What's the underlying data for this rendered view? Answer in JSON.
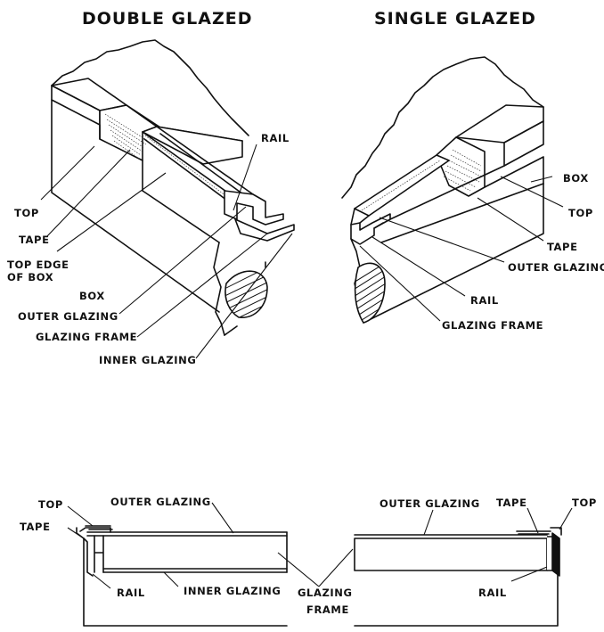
{
  "titles": {
    "double": "DOUBLE GLAZED",
    "single": "SINGLE GLAZED"
  },
  "double_iso": {
    "rail": "RAIL",
    "top": "TOP",
    "tape": "TAPE",
    "top_edge_1": "TOP EDGE",
    "top_edge_2": "OF BOX",
    "box": "BOX",
    "outer_glazing": "OUTER GLAZING",
    "glazing_frame": "GLAZING FRAME",
    "inner_glazing": "INNER GLAZING"
  },
  "single_iso": {
    "box": "BOX",
    "top": "TOP",
    "tape": "TAPE",
    "outer_glazing": "OUTER GLAZING",
    "rail": "RAIL",
    "glazing_frame": "GLAZING FRAME"
  },
  "double_section": {
    "top": "TOP",
    "tape": "TAPE",
    "outer_glazing": "OUTER GLAZING",
    "rail": "RAIL",
    "inner_glazing": "INNER GLAZING"
  },
  "shared_section": {
    "glazing_1": "GLAZING",
    "glazing_2": "FRAME"
  },
  "single_section": {
    "outer_glazing": "OUTER GLAZING",
    "tape": "TAPE",
    "top": "TOP",
    "rail": "RAIL"
  }
}
